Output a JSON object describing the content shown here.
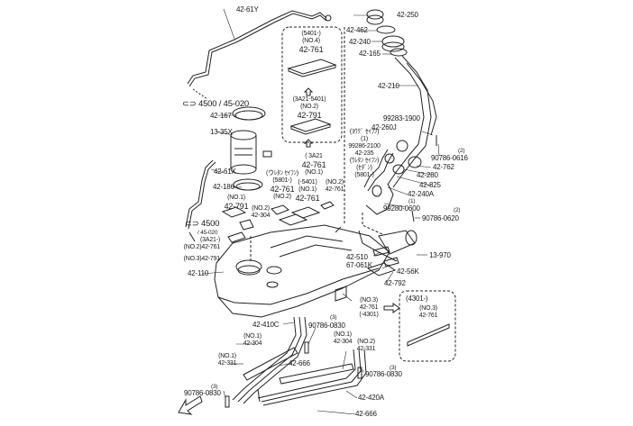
{
  "diagram": {
    "title": "Fuel tank assembly parts diagram",
    "callouts": {
      "c_4261Y": "42-61Y",
      "c_42250": "42-250",
      "c_42462": "42-462",
      "c_42240": "42-240",
      "c_42165": "42-165",
      "c_42210": "42-210",
      "c_4500_top": "4500 / 45-020",
      "c_42167": "42-167",
      "c_1335X": "13-35X",
      "c_4261X": "42-61X",
      "c_42186": "42-186",
      "c_4500_mid_a": "4500",
      "c_4500_mid_b": "/ 45-020",
      "c_42110": "42-110",
      "c_99283": "99283-1900",
      "c_4260J": "42-260J",
      "c_90786_0616_q": "(2)",
      "c_90786_0616": "90786-0616",
      "c_42762": "42-762",
      "c_42280": "42-280",
      "c_42825": "42-825",
      "c_42240A": "42-240A",
      "c_99280_q": "(1)",
      "c_99280": "99280-0600",
      "c_90786_0620_q": "(2)",
      "c_90786_0620": "90786-0620",
      "c_13970": "13-970",
      "c_42510": "42-510",
      "c_67061K": "67-061K",
      "c_4256K": "42-56K",
      "c_42792": "42-792",
      "c_42410C": "42-410C",
      "c_90786_0830_a_q": "(3)",
      "c_90786_0830_a": "90786-0830",
      "c_42304_no1_q": "(NO.1)",
      "c_42304_no1": "42-304",
      "c_42331_no2_q": "(NO.2)",
      "c_42331_no2": "42-331",
      "c_42304_left_q": "(NO.1)",
      "c_42304_left": "42-304",
      "c_42331_left_q": "(NO.1)",
      "c_42331_left": "42-331",
      "c_42666_a": "42-666",
      "c_90786_0830_b_q": "(3)",
      "c_90786_0830_b": "90786-0830",
      "c_90786_0830_c_q": "(3)",
      "c_90786_0830_c": "90786-0830",
      "c_42420A": "42-420A",
      "c_42666_b": "42-666"
    },
    "stacks": {
      "box1_a": [
        "(5401-)",
        "(NO.4)",
        "42-761"
      ],
      "box1_b": [
        "(3A21-5401)",
        "(NO.2)",
        "42-791"
      ],
      "box2_title": "(4301-)",
      "box2_a": [
        "(NO.3)",
        "42-761"
      ],
      "no3_4301": [
        "(NO.3)",
        "42-761",
        "(-4301)"
      ],
      "mid_3a21": [
        "( 3A21",
        "42-761",
        "(NO.1)"
      ],
      "mid_5801": [
        "(ウﾚﾀﾝ ｾｲﾌﾝ)",
        "(5801-)",
        "42-761",
        "(NO.2)"
      ],
      "mid_5401": [
        "(-5401)",
        "(NO.1)",
        "42-761"
      ],
      "mid_no2_761": [
        "(NO.2)",
        "42-761"
      ],
      "left_no1_791": [
        "(NO.1)",
        "42-791"
      ],
      "left_no2_304": [
        "(NO.2)",
        "42-304"
      ],
      "left_3a21": [
        "(3A21-)",
        "(NO.2)42-761"
      ],
      "left_no3_791": [
        "(NO.3)42-791"
      ],
      "filler_235": [
        "(ﾖｳｸﾞ ｾｲﾌﾝ)",
        "(1)",
        "99286-2100",
        "42-235",
        "(ｳﾚﾀﾝ ｾｲﾌﾝ)",
        "(ｾﾀﾞﾝ)",
        "(5801-)"
      ]
    },
    "symbols": {
      "ref_icon_top": "⊂⊃",
      "ref_icon_mid": "⊂⊃",
      "front_arrow": "FRONT"
    }
  }
}
